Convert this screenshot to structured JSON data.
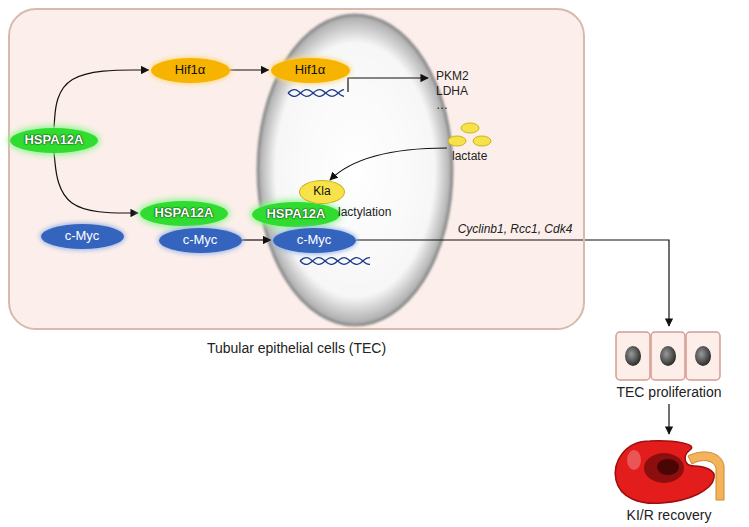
{
  "diagram": {
    "nodes": [
      {
        "text": [
          "Tubular epithelial cells (TEC)"
        ]
      },
      {
        "text": [
          "HSPA12A"
        ],
        "in": 0
      },
      {
        "text": [
          "Hif1α"
        ],
        "in": 0
      },
      {
        "text": [
          "c-Myc"
        ],
        "in": 0
      },
      {
        "text": [
          "HSPA12A"
        ],
        "in": 0
      },
      {
        "text": [
          "c-Myc"
        ],
        "in": 0
      },
      {
        "text": [
          "Hif1α"
        ],
        "in": 0
      },
      {
        "text": [
          "HSPA12A"
        ],
        "in": 0
      },
      {
        "text": [
          "c-Myc"
        ],
        "in": 0
      },
      {
        "text": [
          "Kla"
        ],
        "in": 0
      },
      {
        "text": [
          "TEC proliferation"
        ]
      },
      {
        "text": [
          "KI/R recovery"
        ]
      }
    ],
    "edges": [
      {
        "from": 1,
        "to": 2,
        "arrow": "to"
      },
      {
        "from": 1,
        "to": 4,
        "arrow": "to"
      },
      {
        "from": 2,
        "to": 6,
        "arrow": "to"
      },
      {
        "from": 5,
        "to": 8,
        "arrow": "to"
      },
      {
        "from": 8,
        "to": 10,
        "label": "Cyclinb1, Rcc1, Cdk4",
        "arrow": "to"
      },
      {
        "from": 10,
        "to": 11,
        "arrow": "to"
      }
    ],
    "labels": [
      "PKM2",
      "LDHA",
      "…",
      "lactate",
      "lactylation"
    ]
  }
}
